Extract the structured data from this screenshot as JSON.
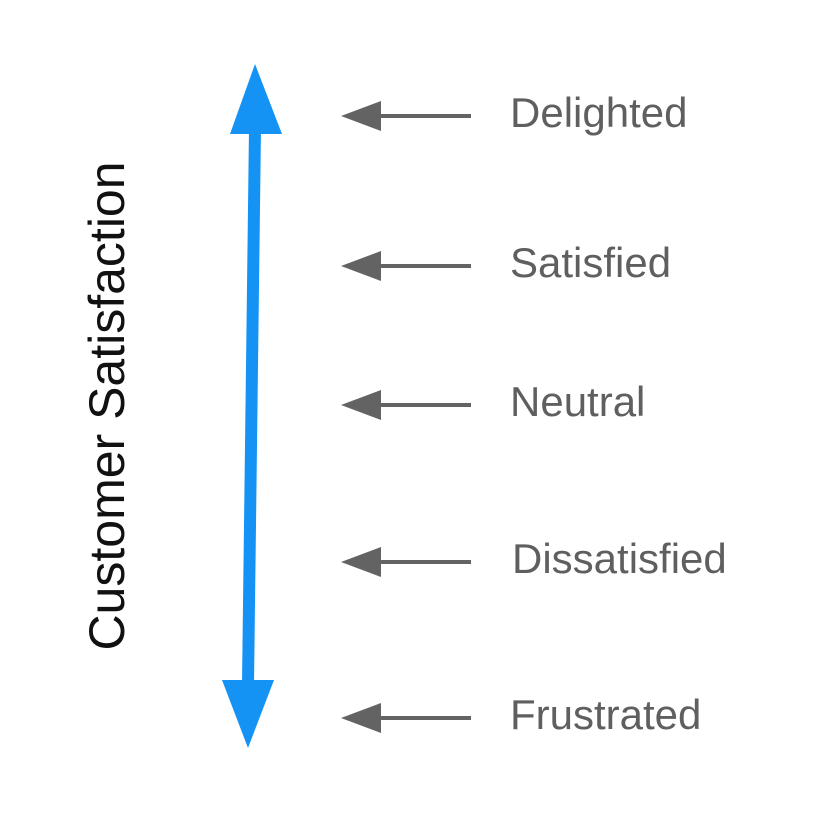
{
  "diagram": {
    "axis_label": "Customer Satisfaction",
    "levels": [
      {
        "label": "Delighted"
      },
      {
        "label": "Satisfied"
      },
      {
        "label": "Neutral"
      },
      {
        "label": "Dissatisfied"
      },
      {
        "label": "Frustrated"
      }
    ],
    "colors": {
      "axis_arrow": "#1493f5",
      "pointer_arrow": "#636363",
      "level_text": "#5f5f5f",
      "axis_text": "#111111",
      "background": "#ffffff"
    },
    "icons": {
      "axis": "double-headed-vertical-arrow-icon",
      "pointer": "left-arrow-icon"
    }
  }
}
